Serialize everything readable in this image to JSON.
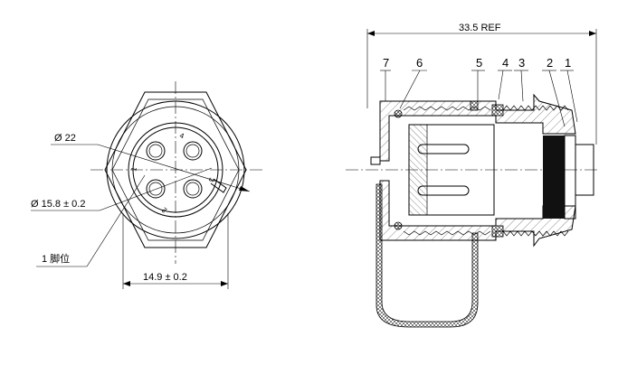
{
  "front_view": {
    "dim_outer_diameter": "Ø 22",
    "dim_inner_diameter": "Ø 15.8 ± 0.2",
    "dim_width": "14.9 ± 0.2",
    "pin_note": "1 脚位",
    "pin_labels": [
      "1",
      "2",
      "3",
      "4"
    ]
  },
  "section_view": {
    "dim_length": "33.5 REF",
    "part_numbers": [
      "7",
      "6",
      "5",
      "4",
      "3",
      "2",
      "1"
    ]
  }
}
